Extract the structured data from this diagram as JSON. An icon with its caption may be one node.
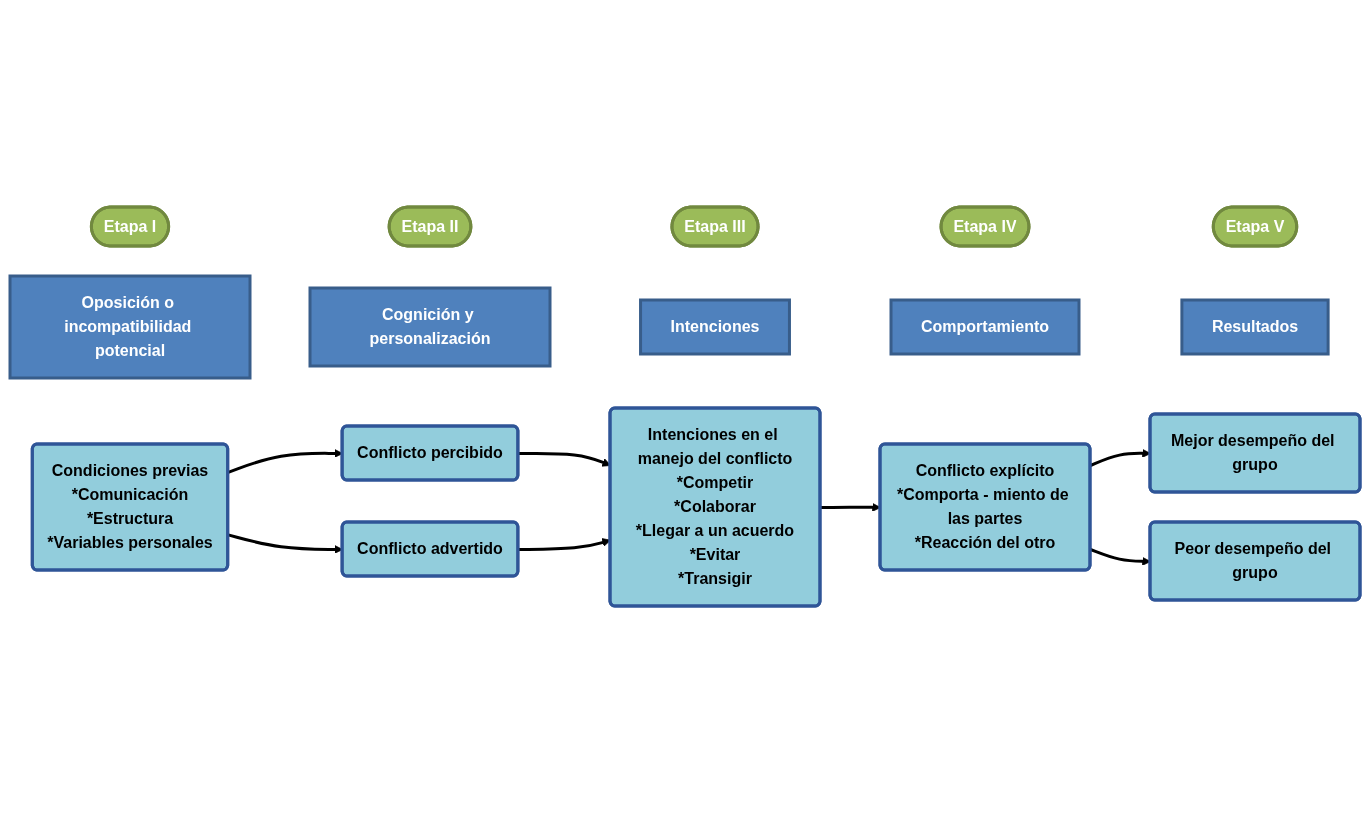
{
  "diagram": {
    "nodes": [
      {
        "text": [
          "Etapa I"
        ]
      },
      {
        "text": [
          "Etapa II"
        ]
      },
      {
        "text": [
          "Etapa III"
        ]
      },
      {
        "text": [
          "Etapa IV"
        ]
      },
      {
        "text": [
          "Etapa V"
        ]
      },
      {
        "text": [
          "Oposición o incompatibilidad potencial"
        ]
      },
      {
        "text": [
          "Cognición y personalización"
        ]
      },
      {
        "text": [
          "Intenciones"
        ]
      },
      {
        "text": [
          "Comportamiento"
        ]
      },
      {
        "text": [
          "Resultados"
        ]
      },
      {
        "text": [
          "Condiciones previas",
          "*Comunicación",
          "*Estructura",
          "*Variables personales"
        ]
      },
      {
        "text": [
          "Conflicto percibido"
        ]
      },
      {
        "text": [
          "Conflicto advertido"
        ]
      },
      {
        "text": [
          "Intenciones en el manejo del conflicto",
          "*Competir",
          "*Colaborar",
          "*Llegar a un acuerdo",
          "*Evitar",
          "*Transigir"
        ]
      },
      {
        "text": [
          "Conflicto explícito",
          "*Comporta - miento de las partes",
          "*Reacción del otro"
        ]
      },
      {
        "text": [
          "Mejor desempeño del grupo"
        ]
      },
      {
        "text": [
          "Peor desempeño del grupo"
        ]
      }
    ],
    "edges": [
      {
        "from": 10,
        "to": 11,
        "arrow": "to"
      },
      {
        "from": 10,
        "to": 12,
        "arrow": "to"
      },
      {
        "from": 11,
        "to": 13,
        "arrow": "to"
      },
      {
        "from": 12,
        "to": 13,
        "arrow": "to"
      },
      {
        "from": 13,
        "to": 14,
        "arrow": "to"
      },
      {
        "from": 14,
        "to": 15,
        "arrow": "to"
      },
      {
        "from": 14,
        "to": 16,
        "arrow": "to"
      }
    ]
  }
}
